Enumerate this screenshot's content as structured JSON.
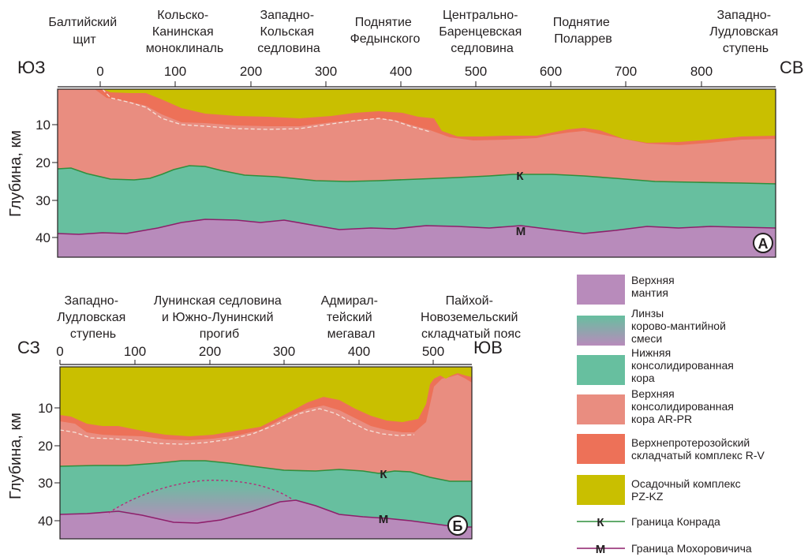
{
  "colors": {
    "mantle": "#b88bbb",
    "lower_crust": "#67bf9f",
    "upper_crust": "#e98d80",
    "neoproterozoic": "#ed7158",
    "sediment": "#c9bf00",
    "konrad_line": "#2f8f3c",
    "moho_line": "#8e1f6b"
  },
  "panel_a": {
    "corner_left": "ЮЗ",
    "corner_right": "СВ",
    "ylabel": "Глубина, км",
    "x_ticks": [
      "0",
      "100",
      "200",
      "300",
      "400",
      "500",
      "600",
      "700",
      "800"
    ],
    "y_ticks": [
      "10",
      "20",
      "30",
      "40"
    ],
    "badge": "А",
    "konrad_label": "К",
    "moho_label": "М",
    "regions": [
      [
        "Балтийский",
        "щит"
      ],
      [
        "Кольско-",
        "Канинская",
        "моноклиналь"
      ],
      [
        "Западно-",
        "Кольская",
        "седловина"
      ],
      [
        "Поднятие",
        "Федынского"
      ],
      [
        "Центрально-",
        "Баренцевская",
        "седловина"
      ],
      [
        "Поднятие",
        "Поларрев"
      ],
      [
        "Западно-",
        "Лудловская",
        "ступень"
      ]
    ]
  },
  "panel_b": {
    "corner_left": "СЗ",
    "corner_right": "ЮВ",
    "ylabel": "Глубина, км",
    "x_ticks": [
      "0",
      "100",
      "200",
      "300",
      "400",
      "500"
    ],
    "y_ticks": [
      "10",
      "20",
      "30",
      "40"
    ],
    "badge": "Б",
    "konrad_label": "К",
    "moho_label": "М",
    "regions": [
      [
        "Западно-",
        "Лудловская",
        "ступень"
      ],
      [
        "Лунинская седловина",
        "и Южно-Лунинский",
        "прогиб"
      ],
      [
        "Адмирал-",
        "тейский",
        "мегавал"
      ],
      [
        "Пайхой-",
        "Новоземельский",
        "складчатый пояс"
      ]
    ]
  },
  "legend": {
    "mantle": [
      "Верхняя",
      "мантия"
    ],
    "lenses": [
      "Линзы",
      "корово-мантийной",
      "смеси"
    ],
    "lower_crust": [
      "Нижняя",
      "консолидированная",
      "кора"
    ],
    "upper_crust": [
      "Верхняя",
      "консолидированная",
      "кора AR-PR"
    ],
    "neoproterozoic": [
      "Верхнепротерозойский",
      "складчатый комплекс R-V"
    ],
    "sediment": [
      "Осадочный комплекс",
      "PZ-KZ"
    ],
    "konrad": {
      "symbol": "К",
      "label": "Граница Конрада"
    },
    "moho": {
      "symbol": "М",
      "label": "Граница Мохоровичича"
    }
  }
}
